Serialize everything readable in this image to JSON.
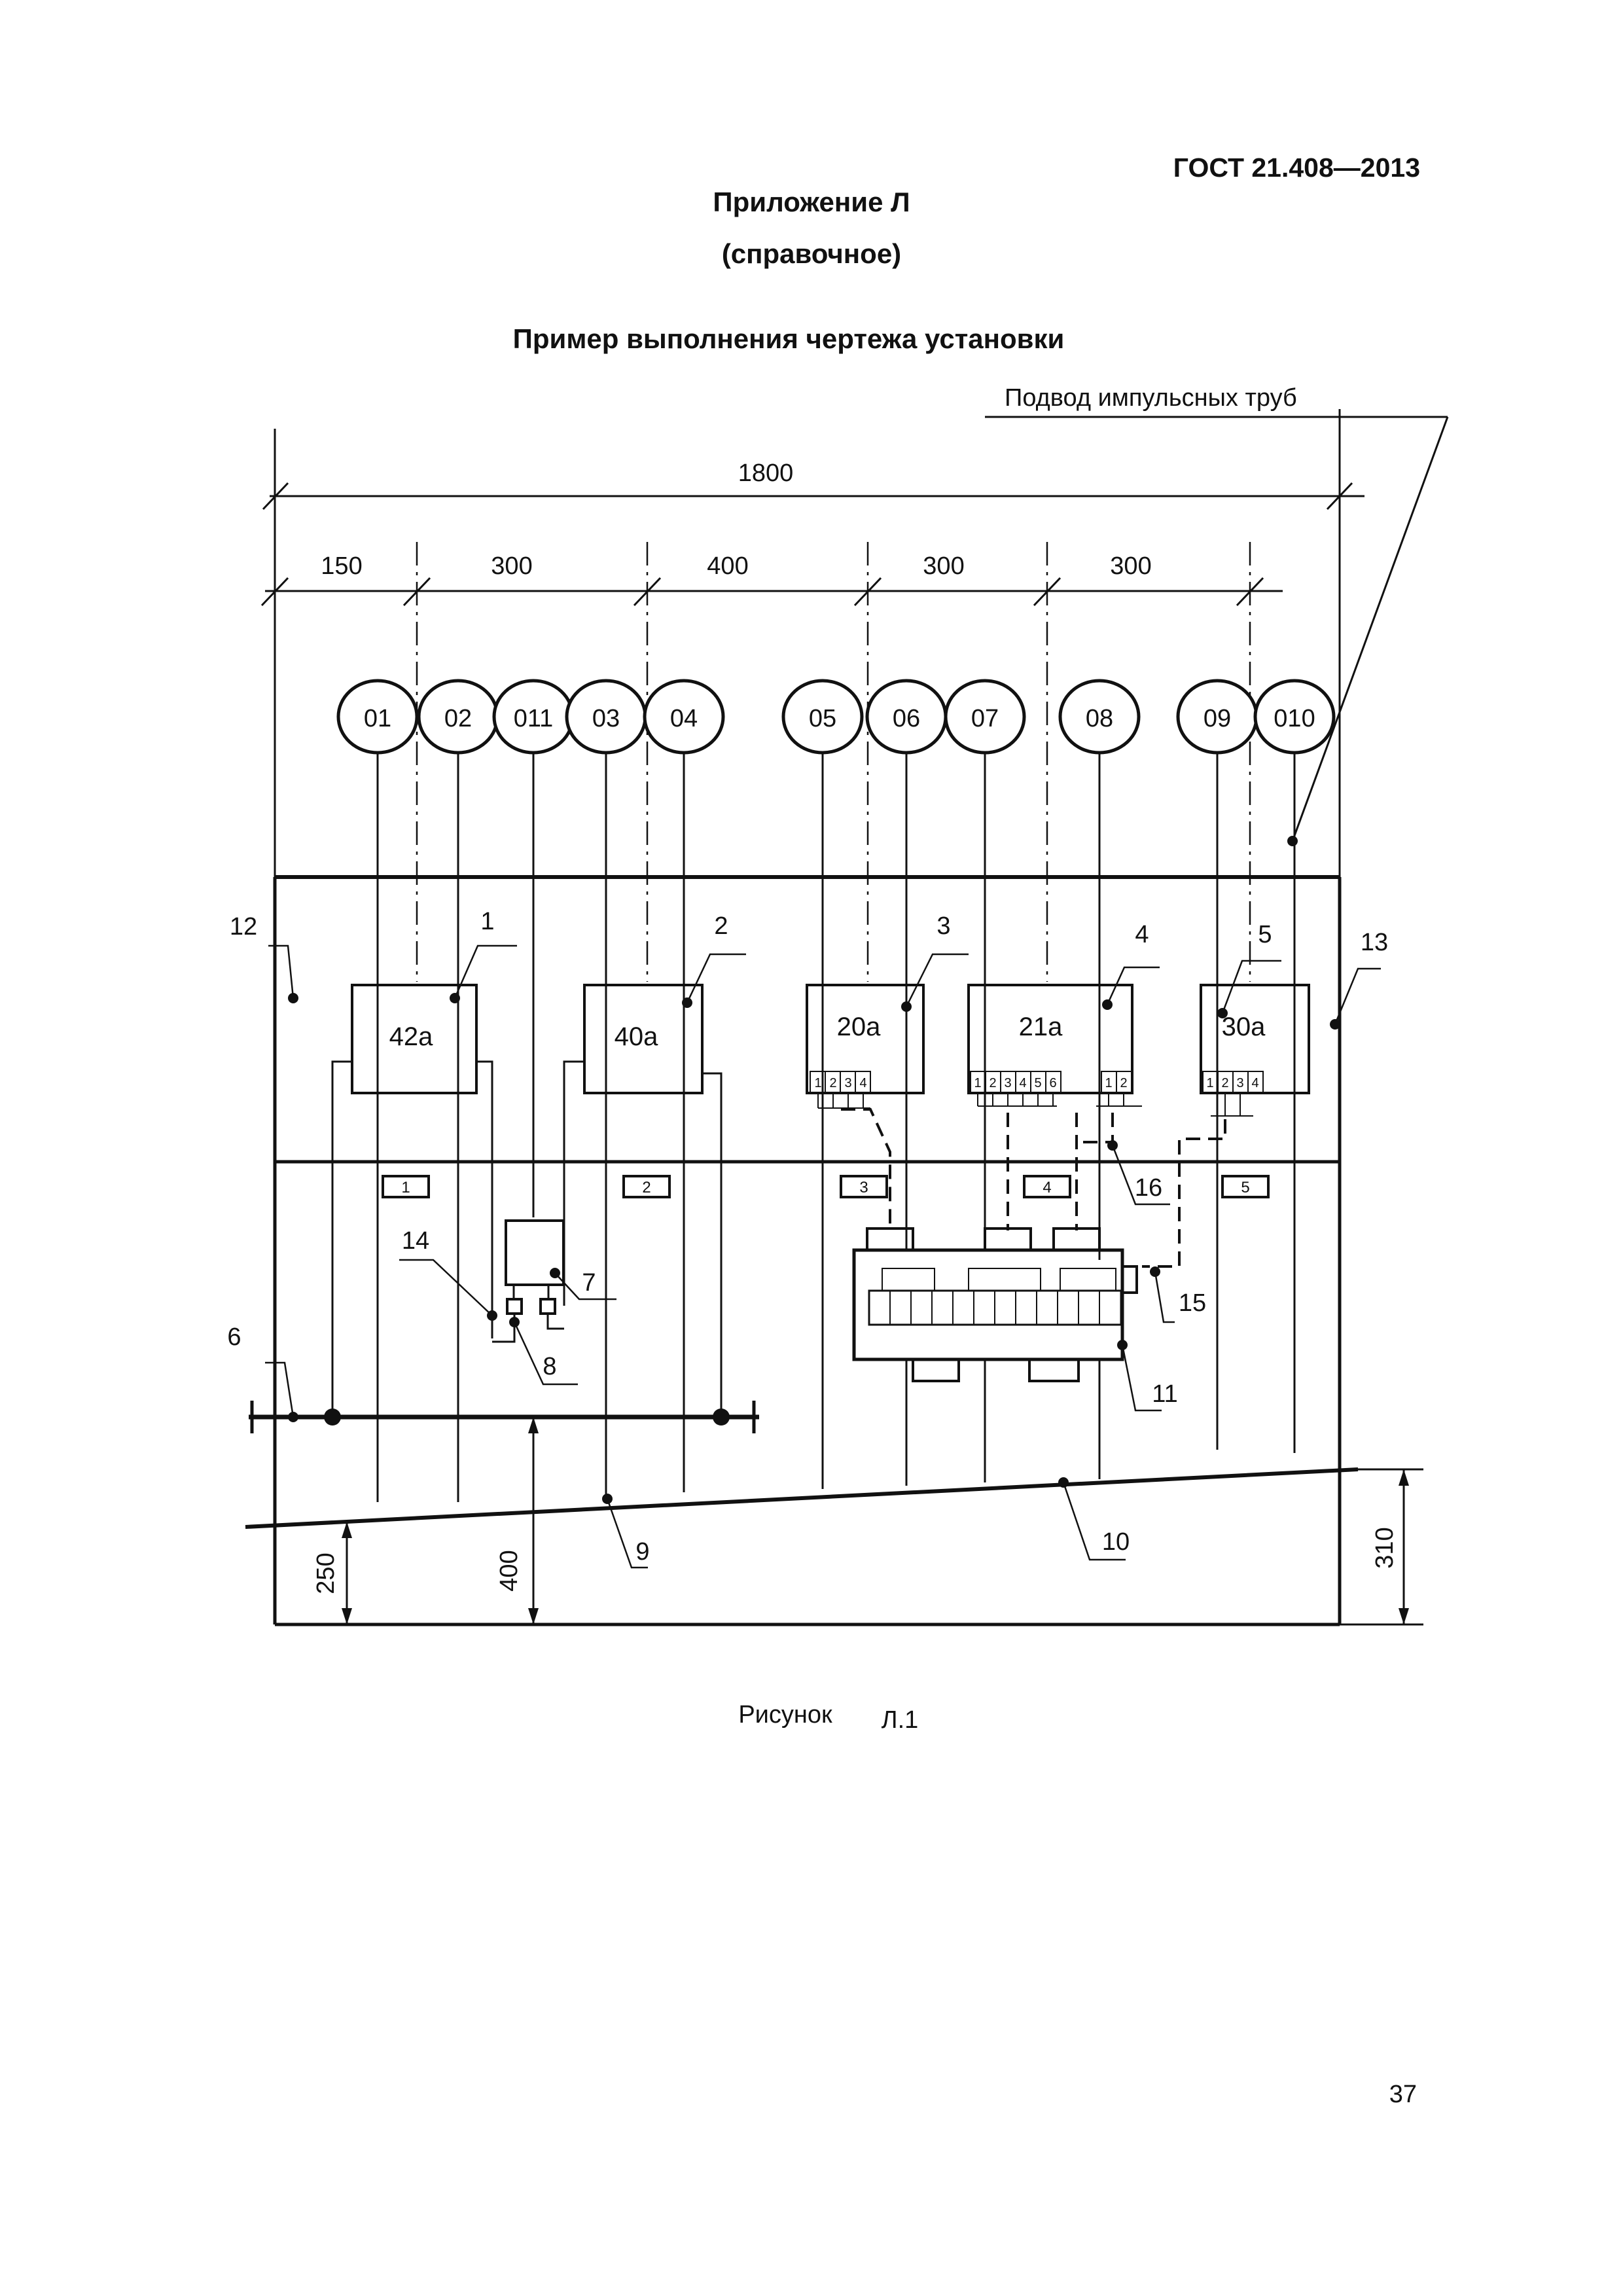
{
  "header": {
    "standard": "ГОСТ 21.408—2013",
    "appendix_title": "Приложение Л",
    "appendix_note": "(справочное)",
    "drawing_title": "Пример выполнения чертежа установки"
  },
  "drawing": {
    "impulse_note": "Подвод импульсных труб",
    "dim_total": "1800",
    "dim_segments": [
      "150",
      "300",
      "400",
      "300",
      "300"
    ],
    "pipe_tags": [
      "01",
      "02",
      "011",
      "03",
      "04",
      "05",
      "06",
      "07",
      "08",
      "09",
      "010"
    ],
    "instruments": [
      "42a",
      "40a",
      "20a",
      "21a",
      "30a"
    ],
    "terminal_labels": [
      "1",
      "2",
      "3",
      "4",
      "5",
      "6"
    ],
    "plates": [
      "1",
      "2",
      "3",
      "4",
      "5"
    ],
    "callouts": [
      "1",
      "2",
      "3",
      "4",
      "5",
      "6",
      "7",
      "8",
      "9",
      "10",
      "11",
      "12",
      "13",
      "14",
      "15",
      "16"
    ],
    "dim_vertical": [
      "250",
      "400",
      "310"
    ]
  },
  "footer": {
    "figure_word": "Рисунок",
    "figure_num": "Л.1",
    "page_number": "37"
  },
  "colors": {
    "ink": "#111111",
    "paper": "#ffffff"
  }
}
